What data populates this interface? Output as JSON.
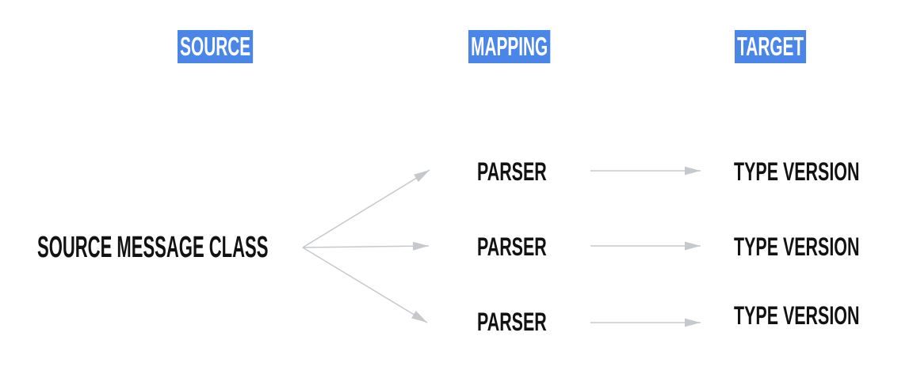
{
  "columns": [
    {
      "label": "SOURCE"
    },
    {
      "label": "MAPPING"
    },
    {
      "label": "TARGET"
    }
  ],
  "source_node": {
    "label": "SOURCE MESSAGE CLASS"
  },
  "rows": [
    {
      "mapping": "PARSER",
      "target": "TYPE VERSION"
    },
    {
      "mapping": "PARSER",
      "target": "TYPE VERSION"
    },
    {
      "mapping": "PARSER",
      "target": "TYPE VERSION"
    }
  ],
  "colors": {
    "header_background": "#4a86e8",
    "header_text": "#ffffff",
    "node_text": "#121212",
    "arrow": "#c5c8cc",
    "page_background": "#ffffff"
  }
}
